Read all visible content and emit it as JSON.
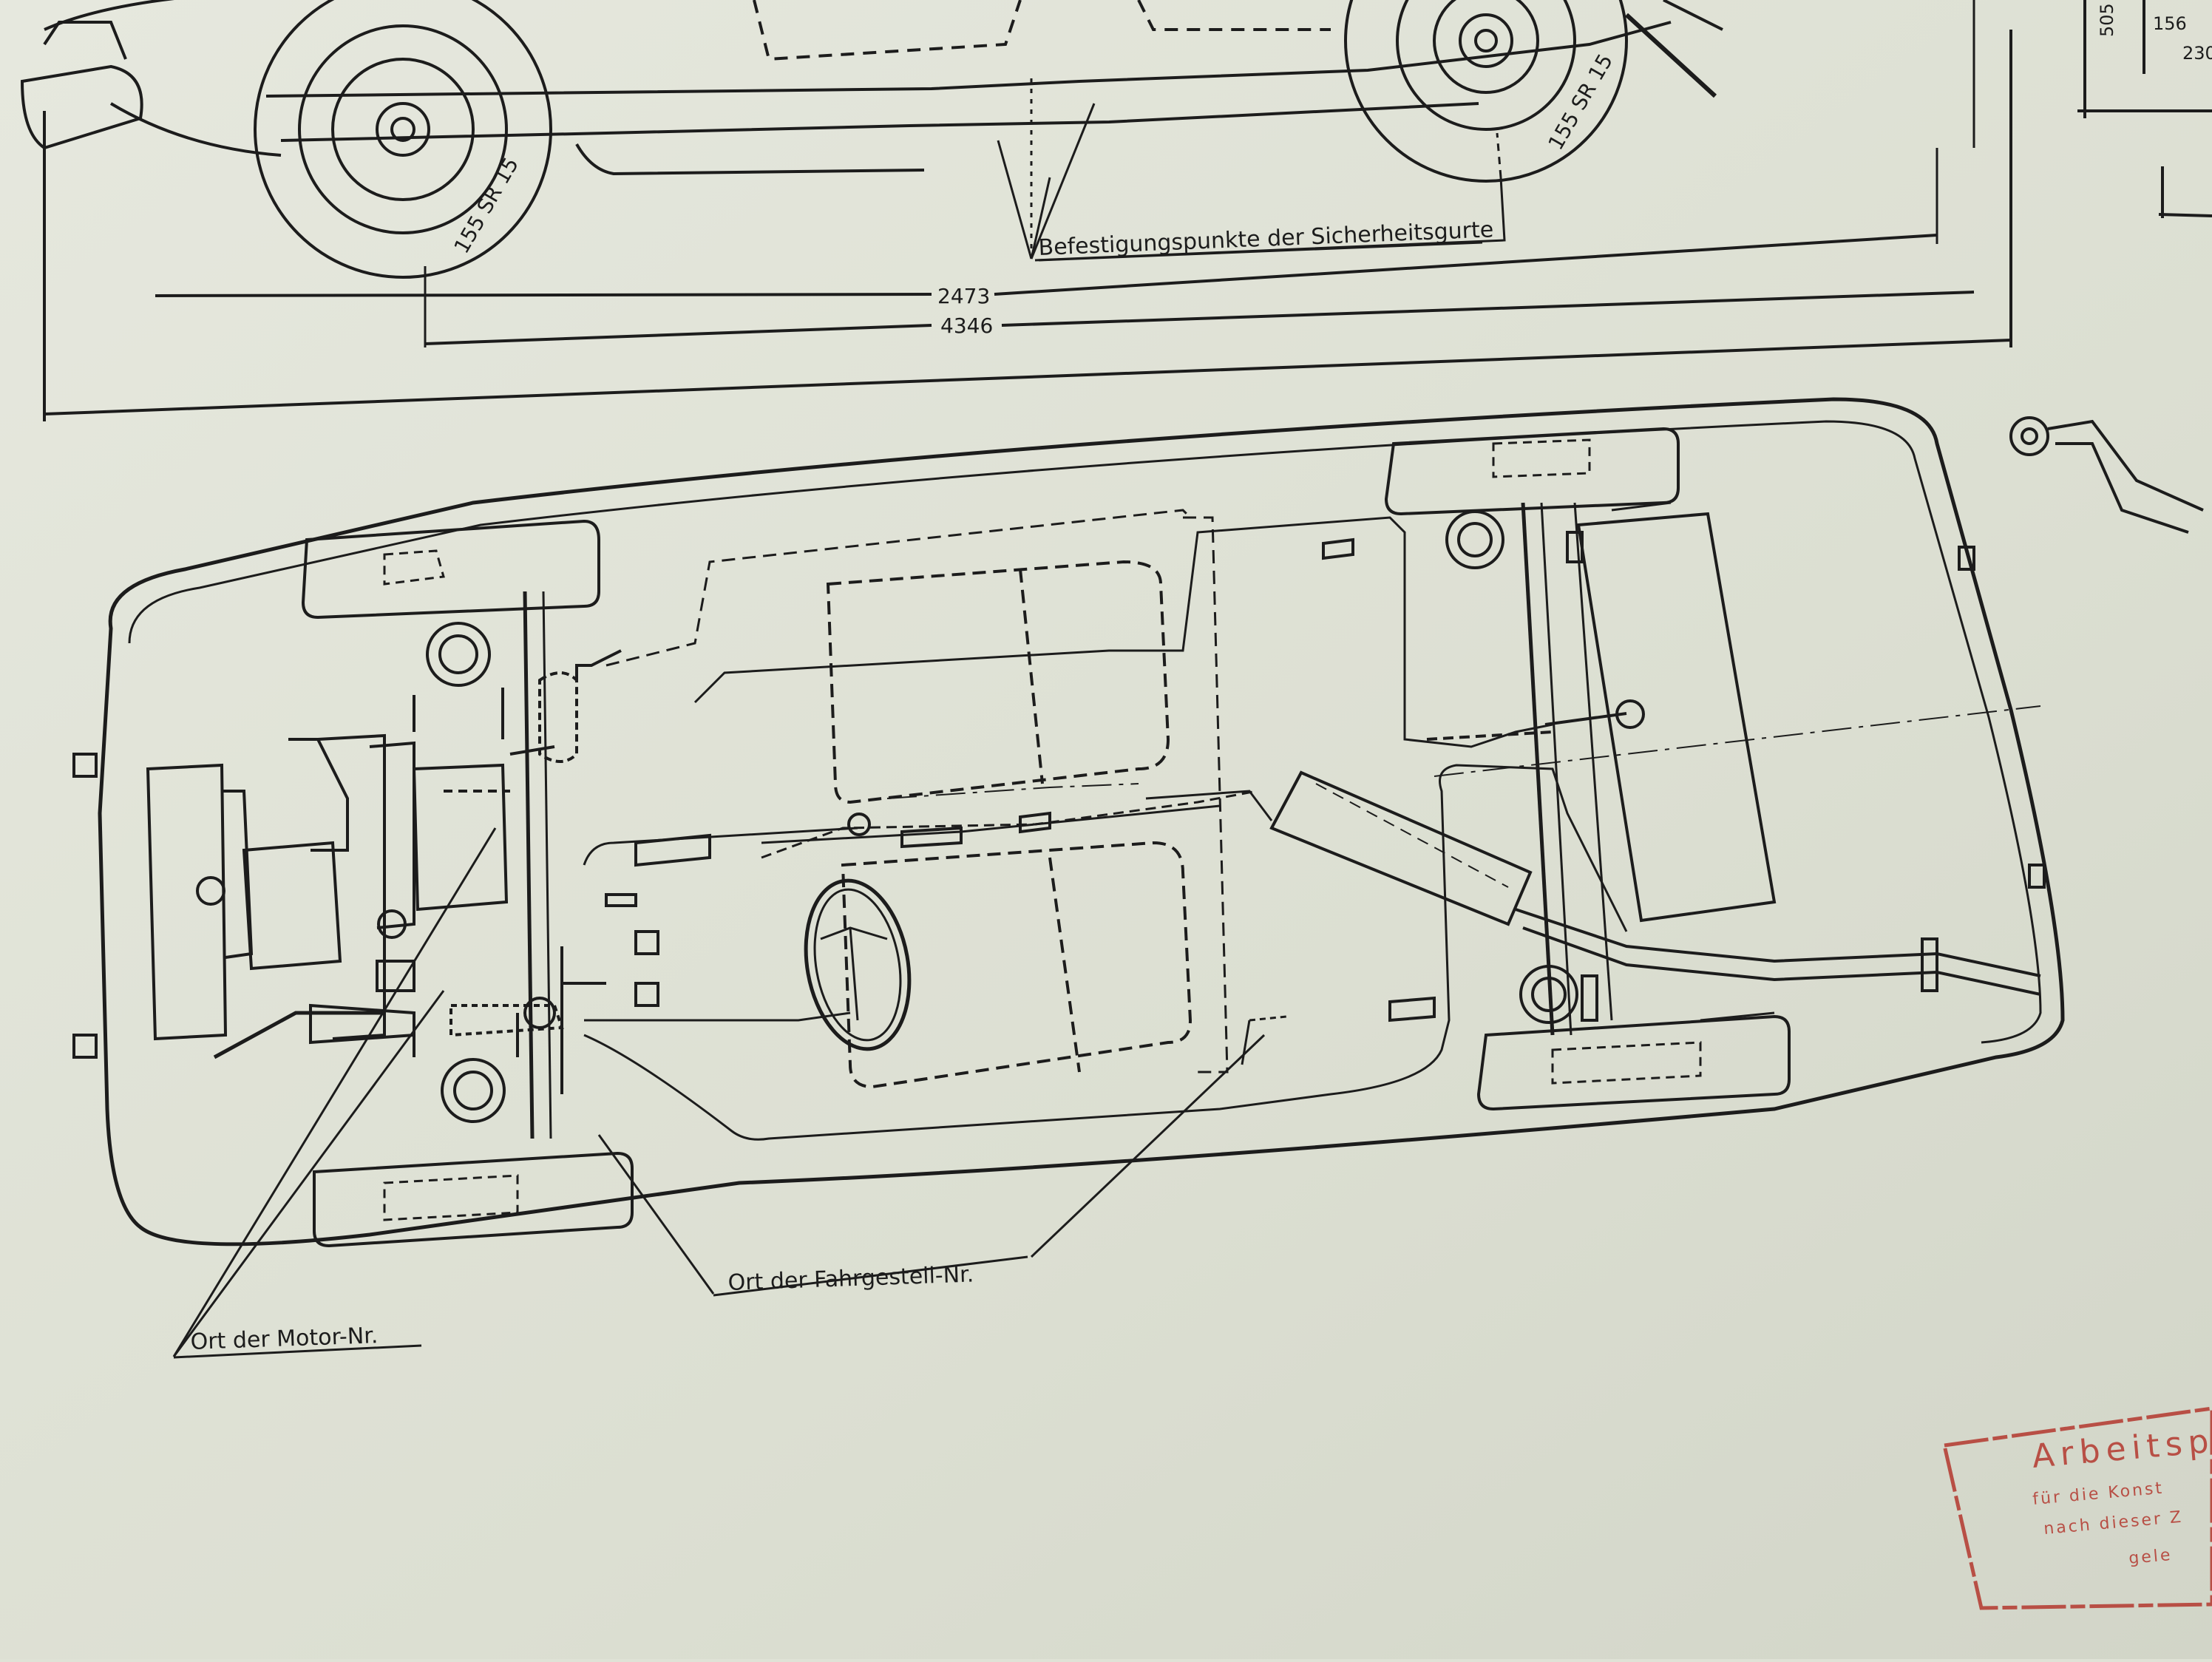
{
  "drawing": {
    "label_belt_points": "Befestigungspunkte der Sicherheitsgurte",
    "label_engine_number": "Ort der Motor-Nr.",
    "label_chassis_number": "Ort der Fahrgestell-Nr.",
    "dimensions": {
      "wheelbase": "2473",
      "overall_length": "4346",
      "height_partial": "505",
      "right_dim_a": "156",
      "right_dim_b": "230"
    },
    "tire_labels": [
      "155 SR 15",
      "155 SR 15"
    ]
  },
  "stamp": {
    "line1": "Arbeitsp",
    "line2": "für die Konst",
    "line3": "nach dieser Z",
    "line4": "gele"
  },
  "colors": {
    "paper": "#dfe2d6",
    "ink": "#1c1c1c",
    "stamp": "#b84f45"
  }
}
